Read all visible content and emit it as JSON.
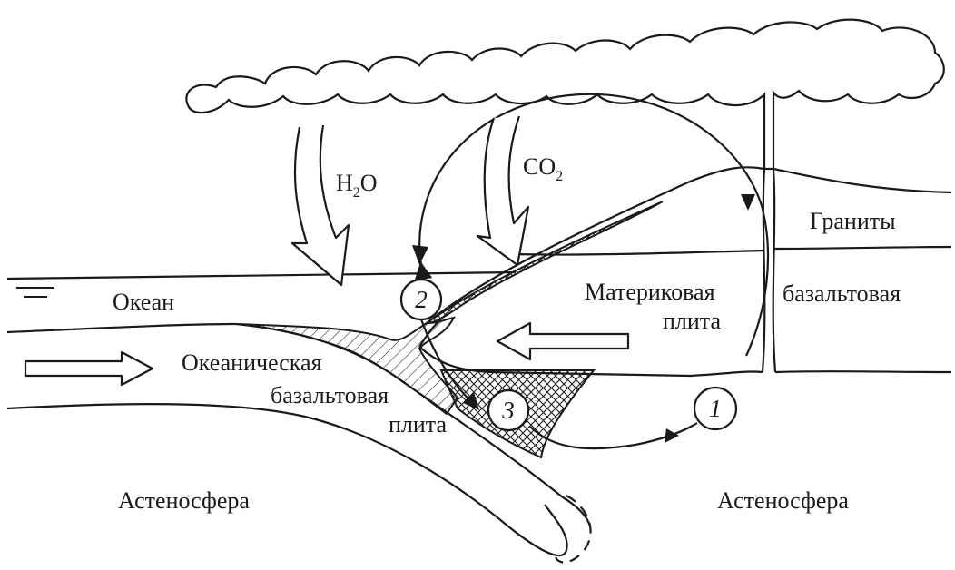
{
  "labels": {
    "water": "H",
    "water_sub": "2",
    "water_tail": "O",
    "co2": "CO",
    "co2_sub": "2",
    "ocean": "Океан",
    "granites": "Граниты",
    "basalt_right": "базальтовая",
    "continental_1": "Материковая",
    "continental_2": "плита",
    "oceanic_1": "Океаническая",
    "oceanic_2": "базальтовая",
    "oceanic_3": "плита",
    "astheno_left": "Астеносфера",
    "astheno_right": "Астеносфера"
  },
  "markers": {
    "one": "1",
    "two": "2",
    "three": "3"
  },
  "colors": {
    "ink": "#1a1a1a",
    "background": "#ffffff"
  }
}
